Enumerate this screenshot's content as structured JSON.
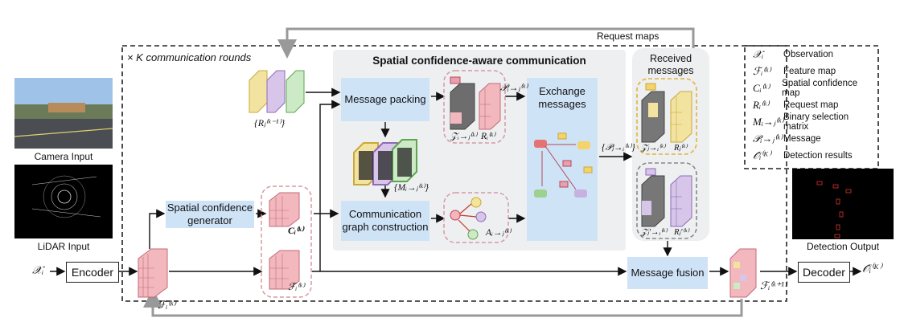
{
  "inputs": {
    "camera_label": "Camera Input",
    "lidar_label": "LiDAR Input",
    "observation_symbol": "𝒳ᵢ"
  },
  "pipeline": {
    "encoder": "Encoder",
    "decoder": "Decoder",
    "feature_symbol": "ℱᵢ⁽ᵏ⁾",
    "feature_next_symbol": "ℱᵢ⁽ᵏ⁺¹⁾",
    "output_symbol": "𝒪̂ᵢ⁽ᴷ⁾",
    "rounds_label": "× K communication rounds",
    "request_maps_label": "Request maps"
  },
  "modules": {
    "spatial_conf_gen": "Spatial confidence generator",
    "conf_map_symbol": "Cᵢ⁽ᵏ⁾",
    "feature_map_symbol": "ℱᵢ⁽ᵏ⁾",
    "request_prev_symbol": "{Rⱼ⁽ᵏ⁻¹⁾}",
    "sca_title": "Spatial confidence-aware communication",
    "message_packing": "Message packing",
    "selection_symbol": "{Mᵢ→ⱼ⁽ᵏ⁾}",
    "comm_graph": "Communication graph construction",
    "adj_symbol": "Aᵢ→ⱼ⁽ᵏ⁾",
    "packed_z_symbol": "𝒵ᵢ→ⱼ⁽ᵏ⁾",
    "packed_r_symbol": "Rᵢ⁽ᵏ⁾",
    "message_symbol": "𝒫ᵢ→ⱼ⁽ᵏ⁾",
    "exchange": "Exchange messages",
    "received_set_symbol": "{𝒫ⱼ→ᵢ⁽ᵏ⁾}",
    "received_title": "Received messages",
    "recv_z_symbol": "𝒵ⱼ→ᵢ⁽ᵏ⁾",
    "recv_r_symbol": "Rⱼ⁽ᵏ⁾",
    "recv_z2_symbol": "𝒵ⱼ'→ᵢ⁽ᵏ⁾",
    "recv_r2_symbol": "Rⱼ'⁽ᵏ⁾",
    "message_fusion": "Message fusion"
  },
  "detection_output_label": "Detection Output",
  "legend": [
    {
      "symbol": "𝒳ᵢ",
      "text": "Observation"
    },
    {
      "symbol": "ℱᵢ⁽ᵏ⁾",
      "text": "Feature map"
    },
    {
      "symbol": "Cᵢ⁽ᵏ⁾",
      "text": "Spatial confidence map"
    },
    {
      "symbol": "Rᵢ⁽ᵏ⁾",
      "text": "Request map"
    },
    {
      "symbol": "Mᵢ→ⱼ⁽ᵏ⁾",
      "text": "Binary selection matrix"
    },
    {
      "symbol": "𝒫ᵢ→ⱼ⁽ᵏ⁾",
      "text": "Message"
    },
    {
      "symbol": "𝒪̂ᵢ⁽ᴷ⁾",
      "text": "Detection results"
    }
  ],
  "colors": {
    "module_fill": "#cfe3f7",
    "panel_fill": "#eeeff1",
    "feature_red": "#f2b8be",
    "map_yellow": "#f3e3a0",
    "map_purple": "#d8c6ea",
    "map_green": "#cdeac6",
    "arrow_gray": "#999999"
  }
}
